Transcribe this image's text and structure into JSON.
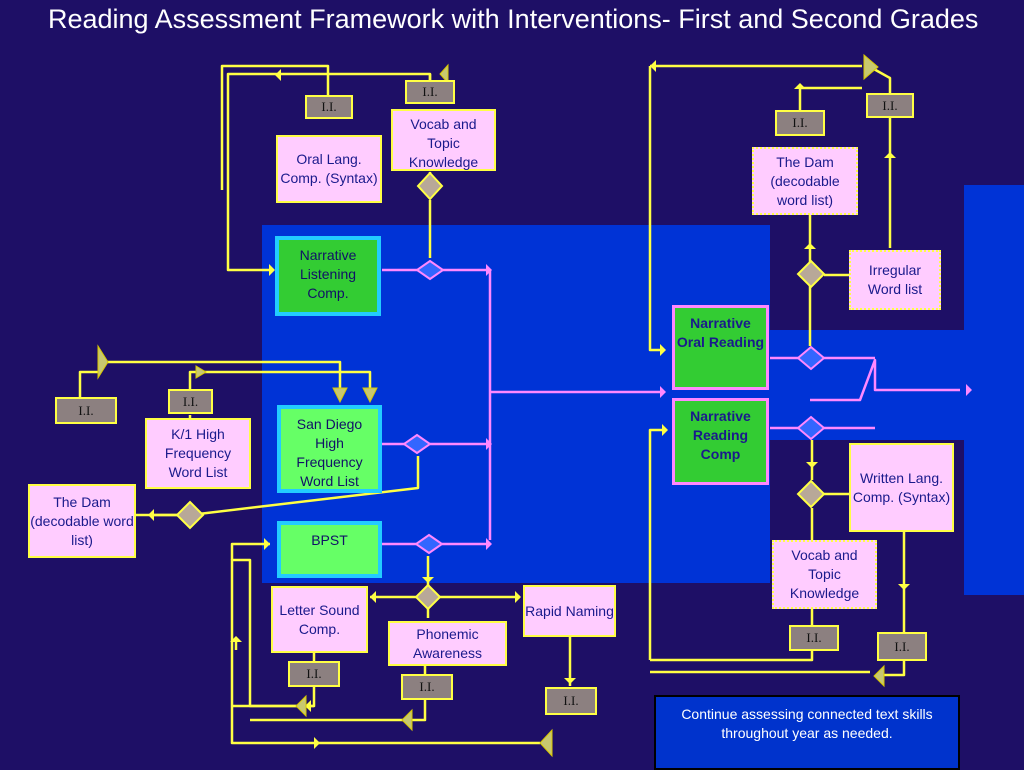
{
  "title": "Reading Assessment Framework  with Interventions- First and Second Grades",
  "colors": {
    "background": "#1e0f66",
    "panel": "#0033d6",
    "connector": "#ffff44",
    "pink_connector": "#ff88ff",
    "box_fill": "#ffccff",
    "green_box": "#33cc33",
    "intervention_box": "#8c8080"
  },
  "icons": [
    "diamond-decision-icon",
    "triangle-arrow-icon"
  ],
  "nodes": {
    "narrative_listening": "Narrative Listening Comp.",
    "san_diego": "San Diego High Frequency Word List",
    "bpst": "BPST",
    "oral_lang": "Oral Lang. Comp. (Syntax)",
    "vocab_topic_top": "Vocab and Topic Knowledge",
    "k1_high_freq": "K/1 High Frequency Word List",
    "the_dam_left": "The Dam (decodable word list)",
    "letter_sound": "Letter Sound Comp.",
    "phonemic": "Phonemic Awareness",
    "rapid_naming": "Rapid Naming",
    "narrative_oral_reading": "Narrative Oral Reading",
    "narrative_reading_comp": "Narrative Reading Comp",
    "the_dam_right": "The Dam (decodable word list)",
    "irregular_word_list": "Irregular Word list",
    "written_lang": "Written Lang. Comp. (Syntax)",
    "vocab_topic_bottom": "Vocab and Topic Knowledge"
  },
  "intervention_label": "I.I.",
  "note": "Continue assessing connected text skills throughout year as needed."
}
